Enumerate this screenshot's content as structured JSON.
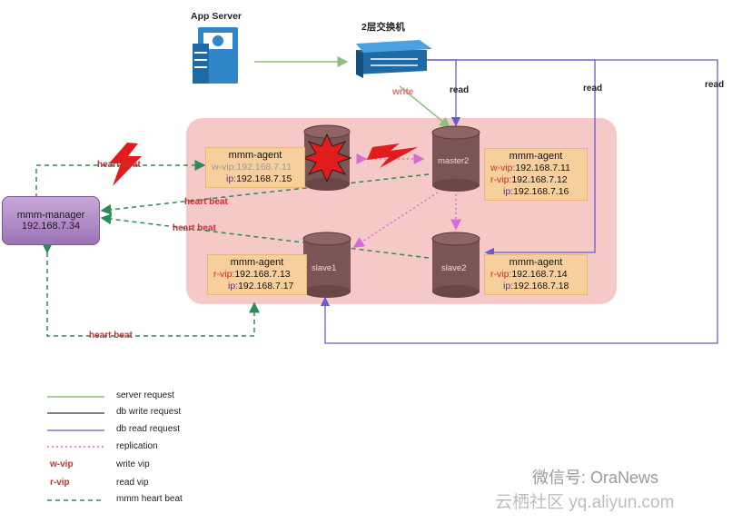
{
  "app_server": {
    "label": "App Server"
  },
  "switch": {
    "label": "2层交换机"
  },
  "flow_labels": {
    "write": "write",
    "read_switch": "read",
    "read_mid": "read",
    "read_right": "read"
  },
  "manager": {
    "name": "mmm-manager",
    "ip": "192.168.7.34"
  },
  "heartbeats": {
    "top": "heart beat",
    "mid1": "heart beat",
    "mid2": "heart beat",
    "bottom": "heart beat"
  },
  "nodes": {
    "master1": {
      "label": ""
    },
    "master2": {
      "label": "master2"
    },
    "slave1": {
      "label": "slave1"
    },
    "slave2": {
      "label": "slave2"
    }
  },
  "agents": {
    "master1": {
      "title": "mmm-agent",
      "vip_prefix": "w-vip:",
      "vip": "192.168.7.11",
      "ip_prefix": "ip:",
      "ip": "192.168.7.15"
    },
    "master2": {
      "title": "mmm-agent",
      "wvip_prefix": "w-vip:",
      "wvip": "192.168.7.11",
      "rvip_prefix": "r-vip:",
      "rvip": "192.168.7.12",
      "ip_prefix": "ip:",
      "ip": "192.168.7.16"
    },
    "slave1": {
      "title": "mmm-agent",
      "rvip_prefix": "r-vip:",
      "rvip": "192.168.7.13",
      "ip_prefix": "ip:",
      "ip": "192.168.7.17"
    },
    "slave2": {
      "title": "mmm-agent",
      "rvip_prefix": "r-vip:",
      "rvip": "192.168.7.14",
      "ip_prefix": "ip:",
      "ip": "192.168.7.18"
    }
  },
  "legend": [
    {
      "sample": "",
      "label": "server request",
      "color": "#8fbf7a",
      "style": "solid"
    },
    {
      "sample": "",
      "label": "db write request",
      "color": "#333333",
      "style": "solid"
    },
    {
      "sample": "",
      "label": "db read request",
      "color": "#6a5acd",
      "style": "solid"
    },
    {
      "sample": "",
      "label": "replication",
      "color": "#d86ad8",
      "style": "dotted"
    },
    {
      "sample": "w-vip",
      "label": "write vip",
      "color": "#d72a2a",
      "style": "text"
    },
    {
      "sample": "r-vip",
      "label": "read vip",
      "color": "#d72a2a",
      "style": "text"
    },
    {
      "sample": "",
      "label": "mmm heart beat",
      "color": "#2e8b57",
      "style": "dashed"
    }
  ],
  "watermark": {
    "line1": "微信号: OraNews",
    "line2": "云栖社区 yq.aliyun.com"
  },
  "colors": {
    "cluster_bg": "#f6c9c9",
    "agent_bg": "#f7cf9c",
    "db_body": "#7b5454",
    "heartbeat": "#2e8b57",
    "read_line": "#6a5acd",
    "write_line": "#8fbf7a",
    "replication": "#d86ad8"
  }
}
